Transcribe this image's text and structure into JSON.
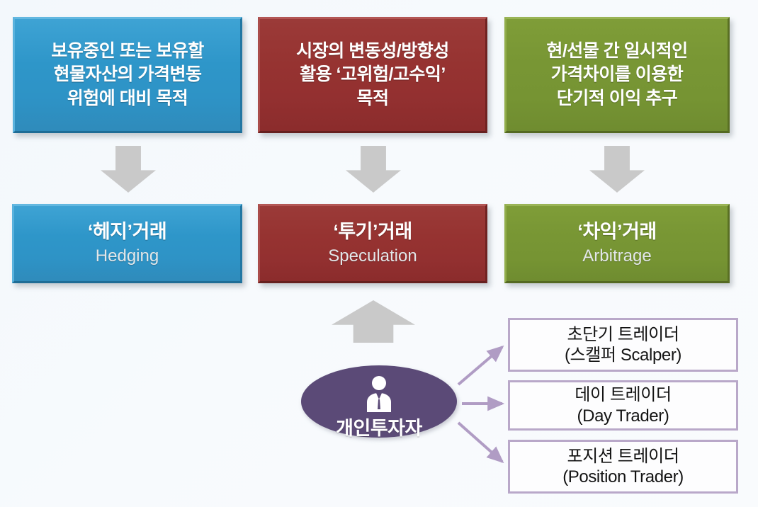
{
  "diagram": {
    "title": "Derivatives trading purposes and individual investor trader types",
    "background_color": "#f4f8fb",
    "purpose_row": [
      {
        "id": "hedging-purpose",
        "text": "보유중인 또는 보유할\n현물자산의 가격변동\n위험에 대비 목적",
        "color": "#2e93c6",
        "theme": "blue"
      },
      {
        "id": "speculation-purpose",
        "text": "시장의 변동성/방향성\n활용 ‘고위험/고수익’\n목적",
        "color": "#933030",
        "theme": "red"
      },
      {
        "id": "arbitrage-purpose",
        "text": "현/선물 간 일시적인\n가격차이를 이용한\n단기적 이익 추구",
        "color": "#769433",
        "theme": "green"
      }
    ],
    "arrows_down": [
      {
        "id": "arrow-down-hedging",
        "icon": "arrow-down-icon"
      },
      {
        "id": "arrow-down-speculation",
        "icon": "arrow-down-icon"
      },
      {
        "id": "arrow-down-arbitrage",
        "icon": "arrow-down-icon"
      }
    ],
    "type_row": [
      {
        "id": "hedging-type",
        "korean": "‘헤지’거래",
        "english": "Hedging",
        "color": "#2e93c6",
        "theme": "blue"
      },
      {
        "id": "speculation-type",
        "korean": "‘투기’거래",
        "english": "Speculation",
        "color": "#933030",
        "theme": "red"
      },
      {
        "id": "arbitrage-type",
        "korean": "‘차익’거래",
        "english": "Arbitrage",
        "color": "#769433",
        "theme": "green"
      }
    ],
    "arrow_up": {
      "id": "arrow-up-to-speculation",
      "icon": "arrow-up-icon"
    },
    "investor": {
      "label": "개인투자자",
      "icon": "person-in-suit-icon",
      "color": "#5b4a77"
    },
    "connector_color": "#b09cc4",
    "traders": [
      {
        "id": "scalper",
        "line1": "초단기 트레이더",
        "line2": "(스캘퍼 Scalper)"
      },
      {
        "id": "day-trader",
        "line1": "데이 트레이더",
        "line2": "(Day Trader)"
      },
      {
        "id": "position-trader",
        "line1": "포지션 트레이더",
        "line2": "(Position Trader)"
      }
    ]
  }
}
